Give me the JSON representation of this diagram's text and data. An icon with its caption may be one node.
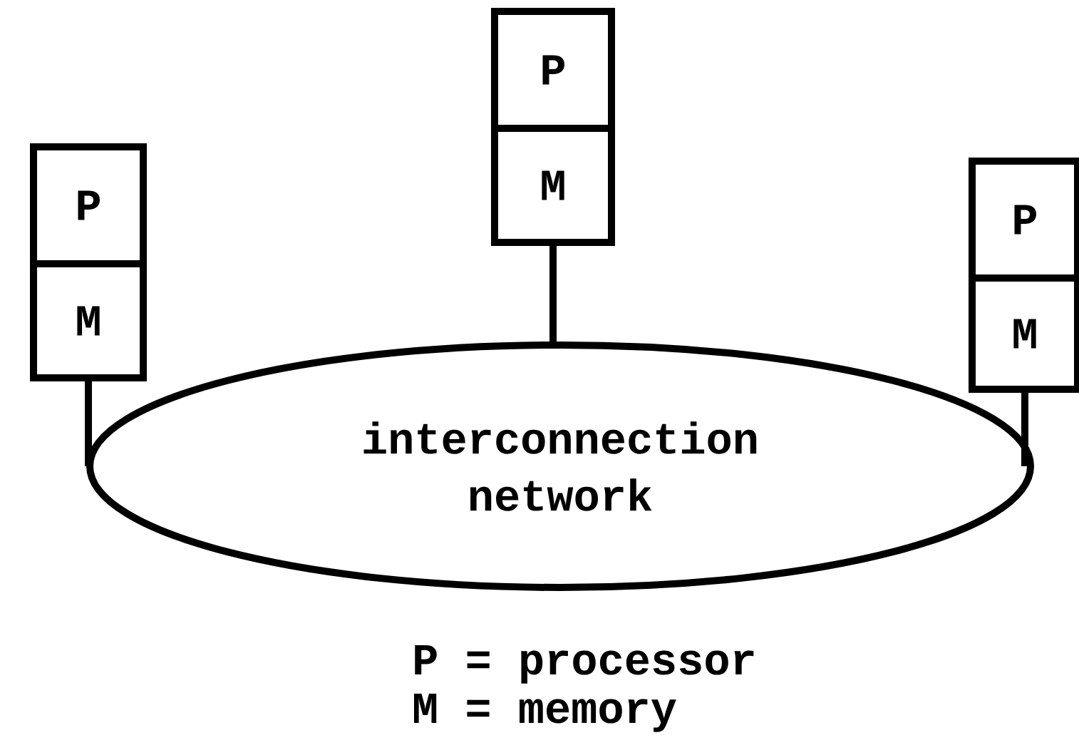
{
  "diagram": {
    "nodes": [
      {
        "text": [
          "P"
        ]
      },
      {
        "text": [
          "M"
        ]
      },
      {
        "text": [
          "P"
        ]
      },
      {
        "text": [
          "M"
        ]
      },
      {
        "text": [
          "P"
        ]
      },
      {
        "text": [
          "M"
        ]
      },
      {
        "text": [
          "interconnection network"
        ]
      }
    ],
    "edges": [
      {
        "from": 1,
        "to": 6,
        "arrow": "none"
      },
      {
        "from": 3,
        "to": 6,
        "arrow": "none"
      },
      {
        "from": 5,
        "to": 6,
        "arrow": "none"
      }
    ],
    "labels": [
      "P = processor",
      "M = memory"
    ]
  }
}
